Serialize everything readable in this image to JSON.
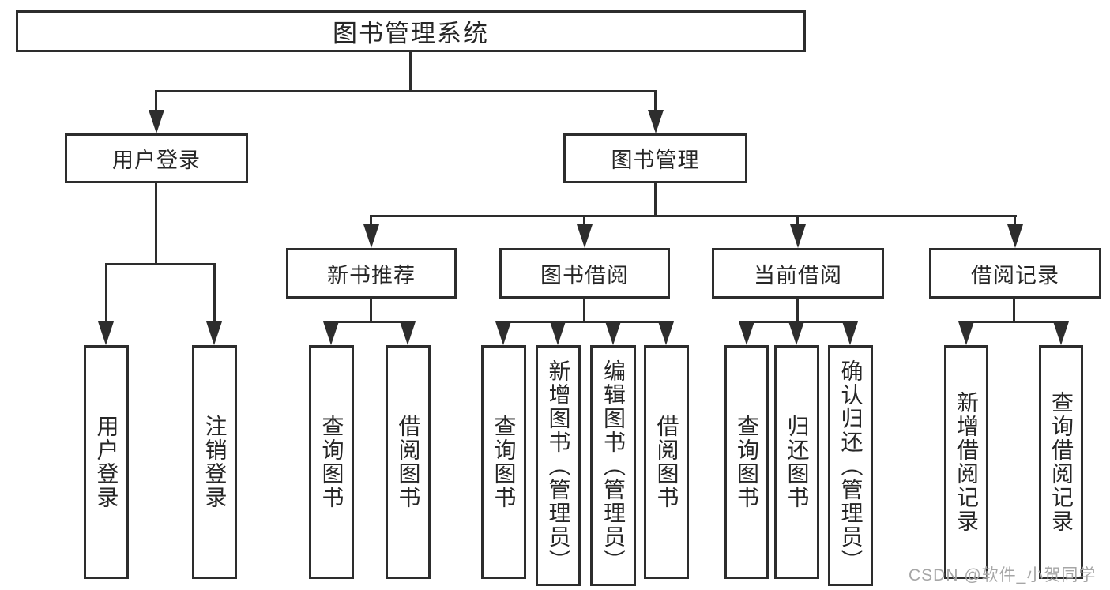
{
  "diagram": {
    "root": {
      "label": "图书管理系统"
    },
    "level2": [
      {
        "label": "用户登录"
      },
      {
        "label": "图书管理"
      }
    ],
    "level3": [
      {
        "label": "新书推荐"
      },
      {
        "label": "图书借阅"
      },
      {
        "label": "当前借阅"
      },
      {
        "label": "借阅记录"
      }
    ],
    "leaves": [
      {
        "label": "用户登录"
      },
      {
        "label": "注销登录"
      },
      {
        "label": "查询图书"
      },
      {
        "label": "借阅图书"
      },
      {
        "label": "查询图书"
      },
      {
        "label": "新增图书（管理员）"
      },
      {
        "label": "编辑图书（管理员）"
      },
      {
        "label": "借阅图书"
      },
      {
        "label": "查询图书"
      },
      {
        "label": "归还图书"
      },
      {
        "label": "确认归还（管理员）"
      },
      {
        "label": "新增借阅记录"
      },
      {
        "label": "查询借阅记录"
      }
    ],
    "watermark": "CSDN @软件_小贺同学",
    "colors": {
      "line": "#2d2d2d",
      "box_border": "#2d2d2d",
      "box_fill": "#ffffff",
      "text": "#262626",
      "watermark": "#a6a6a6",
      "background": "#ffffff"
    }
  }
}
